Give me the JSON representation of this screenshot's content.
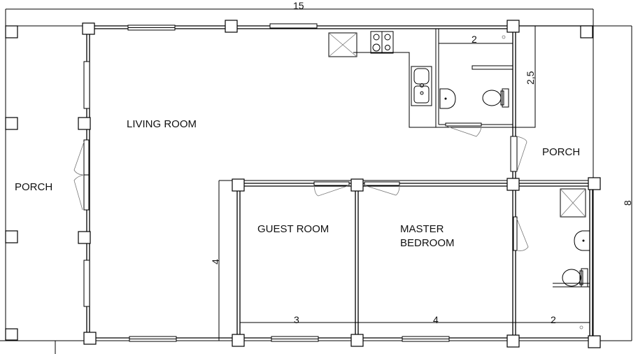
{
  "plan": {
    "rooms": {
      "living_room": "LIVING ROOM",
      "porch_left": "PORCH",
      "porch_right": "PORCH",
      "guest_room": "GUEST ROOM",
      "master_bedroom_line1": "MASTER",
      "master_bedroom_line2": "BEDROOM"
    },
    "dimensions": {
      "overall_width": "15",
      "overall_depth": "8",
      "bath_width": "2",
      "bath_depth": "2,5",
      "bedroom_depth": "4",
      "guest_width": "3",
      "master_width": "4",
      "ensuite_width": "2"
    }
  }
}
